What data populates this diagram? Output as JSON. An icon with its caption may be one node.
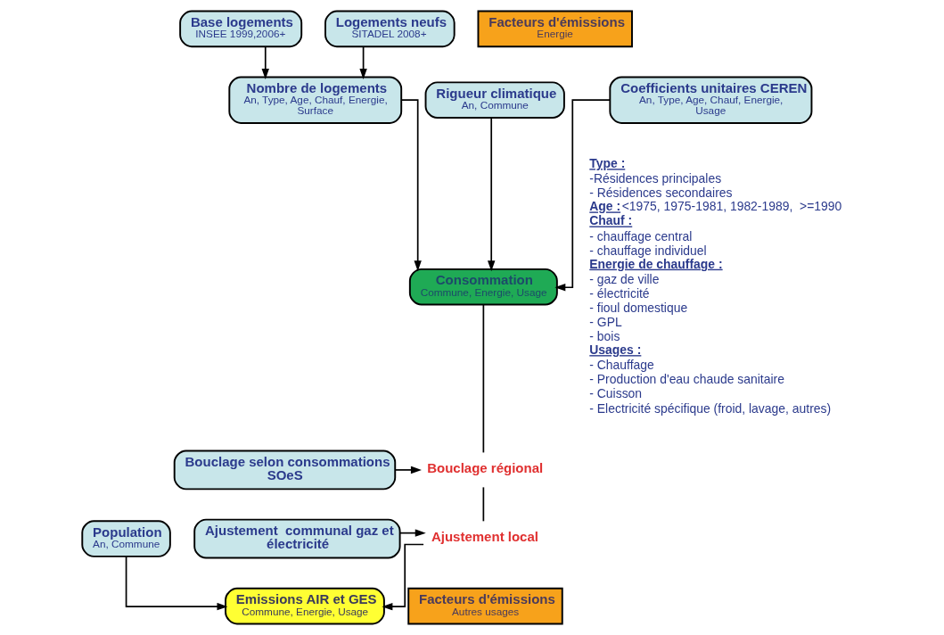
{
  "diagram": {
    "nodes": [
      {
        "text": [
          "Base logements",
          "INSEE 1999,2006+"
        ]
      },
      {
        "text": [
          "Logements neufs",
          "SITADEL 2008+"
        ]
      },
      {
        "text": [
          "Coefficients unitaires CEREN",
          "An, Type, Age, Chauf, Energie, Usage"
        ]
      },
      {
        "text": [
          "Nombre de logements",
          "An, Type, Age, Chauf, Energie, Surface"
        ]
      },
      {
        "text": [
          "Rigueur climatique",
          "An, Commune"
        ]
      },
      {
        "text": [
          "Consommation",
          "Commune, Energie, Usage"
        ]
      },
      {
        "text": [
          "Bouclage régional"
        ]
      },
      {
        "text": [
          "Bouclage selon consommations SOeS"
        ]
      },
      {
        "text": [
          "Ajustement local"
        ]
      },
      {
        "text": [
          "Ajustement  communal gaz et électricité"
        ]
      },
      {
        "text": [
          "Facteurs d'émissions",
          "Energie"
        ]
      },
      {
        "text": [
          "Population",
          "An, Commune"
        ]
      },
      {
        "text": [
          "Emissions AIR et GES",
          "Commune, Energie, Usage"
        ]
      },
      {
        "text": [
          "Facteurs d'émissions",
          "Autres usages"
        ]
      }
    ],
    "edges": [
      {
        "from": 0,
        "to": 3,
        "arrow": "to"
      },
      {
        "from": 1,
        "to": 3,
        "arrow": "to"
      },
      {
        "from": 2,
        "to": 5,
        "arrow": "to"
      },
      {
        "from": 3,
        "to": 5,
        "arrow": "to"
      },
      {
        "from": 4,
        "to": 5,
        "arrow": "to"
      },
      {
        "from": 5,
        "to": 6,
        "arrow": "none"
      },
      {
        "from": 7,
        "to": 6,
        "arrow": "to"
      },
      {
        "from": 6,
        "to": 8,
        "arrow": "none"
      },
      {
        "from": 9,
        "to": 8,
        "arrow": "to"
      },
      {
        "from": 8,
        "to": 12,
        "arrow": "to"
      },
      {
        "from": 11,
        "to": 12,
        "arrow": "to"
      }
    ],
    "labels": [
      "Type :",
      "-Résidences principales",
      "- Résidences secondaires",
      "Age :",
      "<1975, 1975-1981, 1982-1989,  >=1990",
      "Chauf :",
      "- chauffage central",
      "- chauffage individuel",
      "Energie de chauffage :",
      "- gaz de ville",
      "- électricité",
      "- fioul domestique",
      "- GPL",
      "- bois",
      "Usages :",
      "- Chauffage",
      "- Production d'eau chaude sanitaire",
      "- Cuisson",
      "- Electricité spécifique (froid, lavage, autres)"
    ]
  }
}
